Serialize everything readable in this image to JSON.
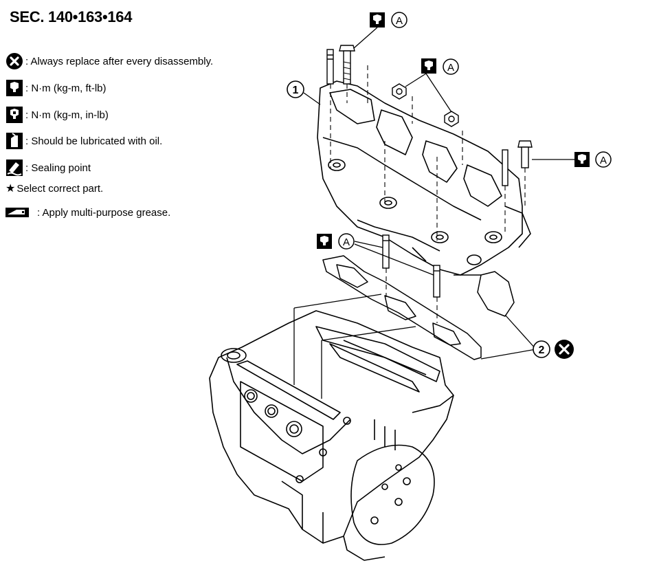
{
  "section_title": "SEC. 140•163•164",
  "legend": [
    {
      "icon": "replace-x-icon",
      "text": ": Always replace after every disassembly."
    },
    {
      "icon": "torque-ft-lb-icon",
      "text": ": N·m (kg-m, ft-lb)"
    },
    {
      "icon": "torque-in-lb-icon",
      "text": ": N·m (kg-m, in-lb)"
    },
    {
      "icon": "oil-can-icon",
      "text": ": Should be lubricated with oil."
    },
    {
      "icon": "sealing-point-icon",
      "text": ": Sealing point"
    },
    {
      "icon": "star-icon",
      "star": "★",
      "text": " Select correct part."
    },
    {
      "icon": "grease-gun-icon",
      "text": ": Apply multi-purpose grease."
    }
  ],
  "callouts": {
    "part_1": "1",
    "part_2": "2",
    "torque_letter": "A"
  }
}
